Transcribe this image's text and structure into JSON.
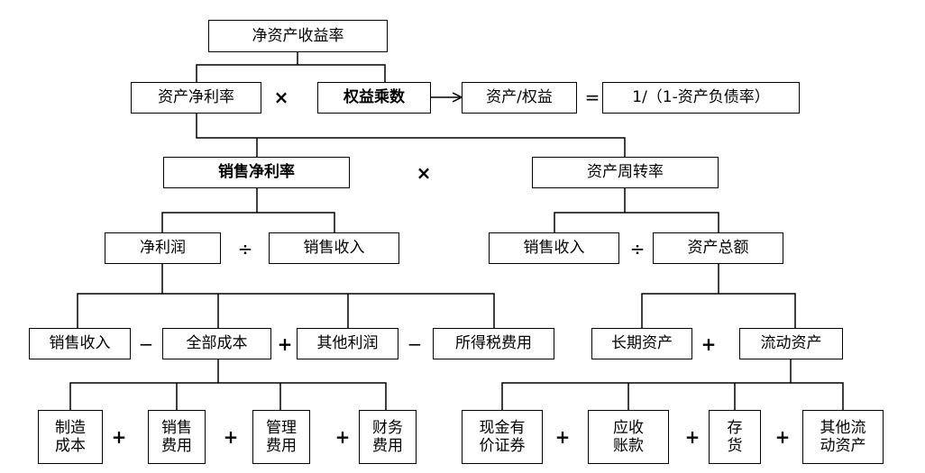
{
  "nodes": {
    "roe": "净资产收益率",
    "roa": "资产净利率",
    "equity_multiplier": "权益乘数",
    "assets_over_equity": "资产/权益",
    "formula": "1/（1-资产负债率）",
    "net_margin": "销售净利率",
    "asset_turnover": "资产周转率",
    "net_profit": "净利润",
    "sales_revenue_a": "销售收入",
    "sales_revenue_b": "销售收入",
    "total_assets": "资产总额",
    "sales_revenue_c": "销售收入",
    "total_cost": "全部成本",
    "other_profit": "其他利润",
    "income_tax": "所得税费用",
    "long_term_assets": "长期资产",
    "current_assets": "流动资产",
    "manufacturing_cost": [
      "制造",
      "成本"
    ],
    "selling_expense": [
      "销售",
      "费用"
    ],
    "admin_expense": [
      "管理",
      "费用"
    ],
    "financial_expense": [
      "财务",
      "费用"
    ],
    "cash_securities": [
      "现金有",
      "价证券"
    ],
    "receivables": [
      "应收",
      "账款"
    ],
    "inventory": [
      "存",
      "货"
    ],
    "other_current_assets": [
      "其他流",
      "动资产"
    ]
  },
  "operators": {
    "multiply_1": "×",
    "equals": "=",
    "multiply_2": "×",
    "divide_1": "÷",
    "divide_2": "÷",
    "minus_1": "−",
    "plus_1": "+",
    "minus_2": "−",
    "plus_2": "+",
    "plus_3": "+",
    "plus_4": "+",
    "plus_5": "+",
    "plus_6": "+",
    "plus_7": "+",
    "plus_8": "+"
  }
}
